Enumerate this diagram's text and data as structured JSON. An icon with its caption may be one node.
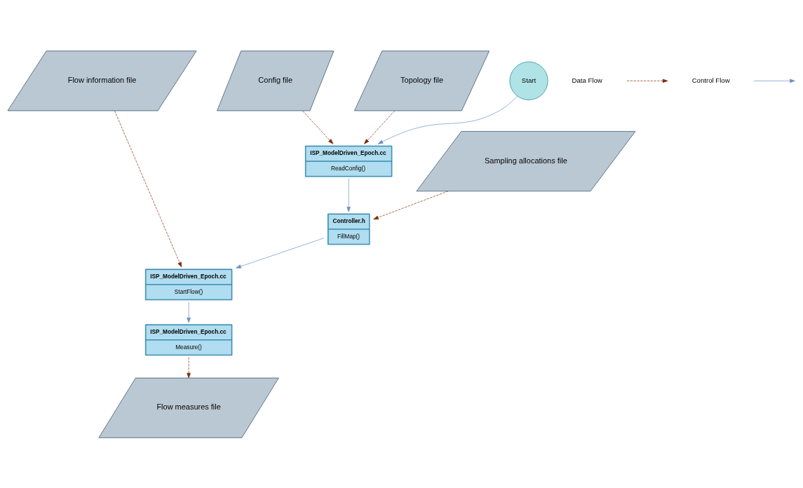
{
  "diagram": {
    "nodes": [
      {
        "text": [
          "Flow information file"
        ]
      },
      {
        "text": [
          "ISP_ModelDriven_Epoch.cc",
          "StartFlow()"
        ]
      },
      {
        "text": [
          "Config file"
        ]
      },
      {
        "text": [
          "Topology file"
        ]
      },
      {
        "text": [
          "ISP_ModelDriven_Epoch.cc",
          "Measure()"
        ]
      },
      {
        "text": [
          "Controller.h",
          "FillMap()"
        ]
      },
      {
        "text": [
          "ISP_ModelDriven_Epoch.cc",
          "ReadConfig()"
        ]
      },
      {
        "text": [
          "Start"
        ]
      },
      {
        "text": [
          "Flow measures file"
        ]
      },
      {
        "text": [
          "Sampling allocations file"
        ]
      }
    ],
    "edges": [
      {
        "from": 0,
        "to": 1,
        "arrow": "to",
        "style": "dashed"
      },
      {
        "from": 1,
        "to": 4,
        "arrow": "to",
        "color": "#6c8ebf"
      },
      {
        "from": 5,
        "to": 1,
        "arrow": "to",
        "color": "#6c8ebf"
      },
      {
        "from": 2,
        "to": 6,
        "arrow": "to",
        "style": "dashed"
      },
      {
        "from": 3,
        "to": 6,
        "arrow": "to",
        "style": "dashed"
      },
      {
        "from": 6,
        "to": 5,
        "arrow": "to",
        "color": "#6c8ebf"
      },
      {
        "from": 7,
        "to": 6,
        "arrow": "to",
        "color": "#6c8ebf"
      },
      {
        "from": 4,
        "to": 8,
        "arrow": "to",
        "style": "dashed"
      },
      {
        "from": 9,
        "to": 5,
        "arrow": "to",
        "style": "dashed"
      }
    ],
    "legend": [
      {
        "text": "Data Flow"
      },
      {
        "text": "Control Flow"
      }
    ]
  }
}
